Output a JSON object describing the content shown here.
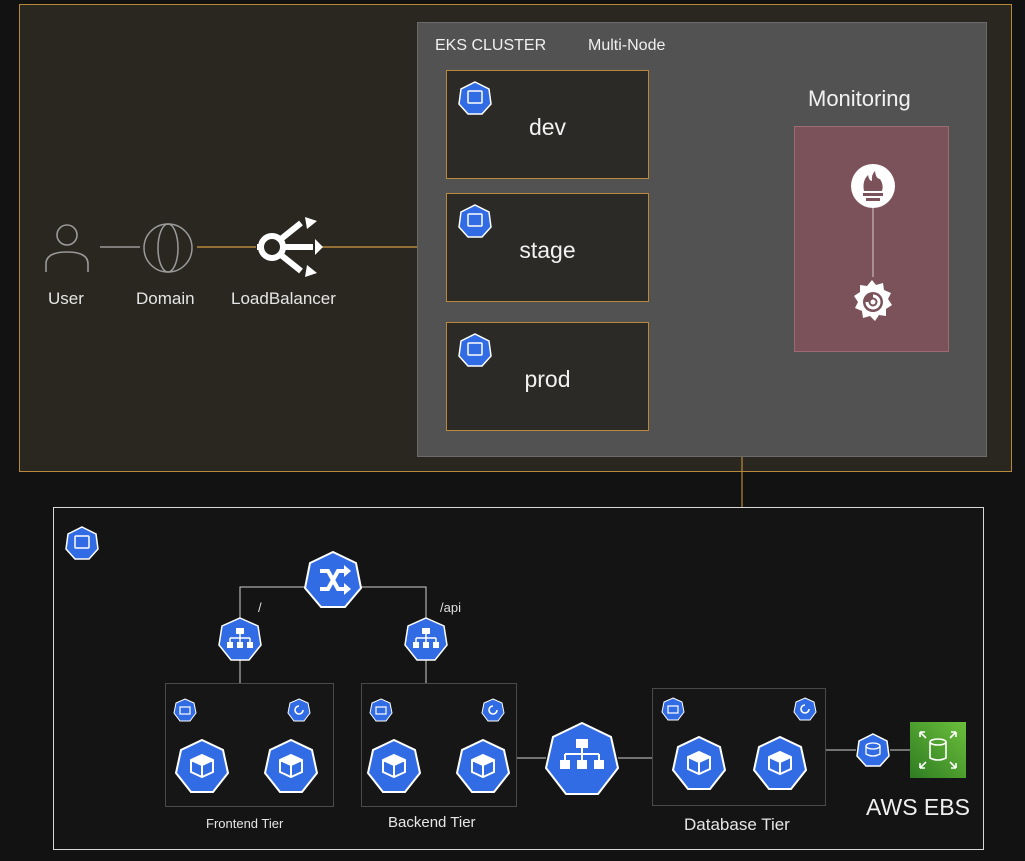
{
  "top": {
    "user_label": "User",
    "domain_label": "Domain",
    "lb_label": "LoadBalancer"
  },
  "cluster": {
    "title": "EKS CLUSTER",
    "subtitle": "Multi-Node",
    "envs": [
      "dev",
      "stage",
      "prod"
    ]
  },
  "monitoring": {
    "title": "Monitoring"
  },
  "app": {
    "route_root": "/",
    "route_api": "/api",
    "tiers": [
      "Frontend Tier",
      "Backend Tier",
      "Database Tier"
    ],
    "storage_label": "AWS EBS"
  },
  "colors": {
    "k8s_blue": "#326ce5",
    "connector": "#b8893a",
    "ebs_green": "#3f9a2e"
  }
}
